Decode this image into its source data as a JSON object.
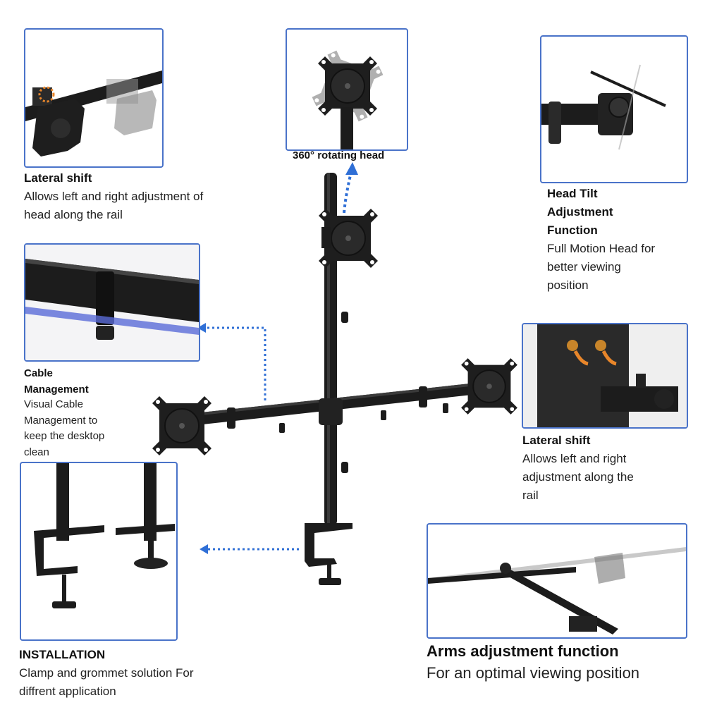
{
  "callouts": {
    "lateral_shift_top": {
      "title": "Lateral shift",
      "description_lines": [
        "Allows left and right adjustment of",
        "head along the rail"
      ]
    },
    "rotating_head": {
      "caption": "360° rotating head"
    },
    "head_tilt": {
      "title_lines": [
        "Head Tilt",
        "Adjustment",
        "Function"
      ],
      "description_lines": [
        "Full Motion Head for",
        "better viewing",
        "position"
      ]
    },
    "cable_management": {
      "title_lines": [
        "Cable",
        "Management"
      ],
      "description_lines": [
        "Visual Cable",
        "Management to",
        "keep the desktop",
        "clean"
      ]
    },
    "lateral_shift_right": {
      "title": "Lateral shift",
      "description_lines": [
        "Allows left and right",
        "adjustment along the",
        "rail"
      ]
    },
    "installation": {
      "title": "INSTALLATION",
      "description_lines": [
        "Clamp and grommet solution For",
        "diffrent application"
      ]
    },
    "arms_adjustment": {
      "title": "Arms adjustment function",
      "description": "For an optimal viewing position"
    }
  },
  "colors": {
    "panel_border": "#4a73c9",
    "arrow_blue": "#2f6fd6",
    "product_black": "#1c1c1c",
    "accent_orange": "#e8862a"
  },
  "icons": {
    "arrow_up": "arrow-up-icon",
    "arrow_left": "arrow-left-icon"
  }
}
